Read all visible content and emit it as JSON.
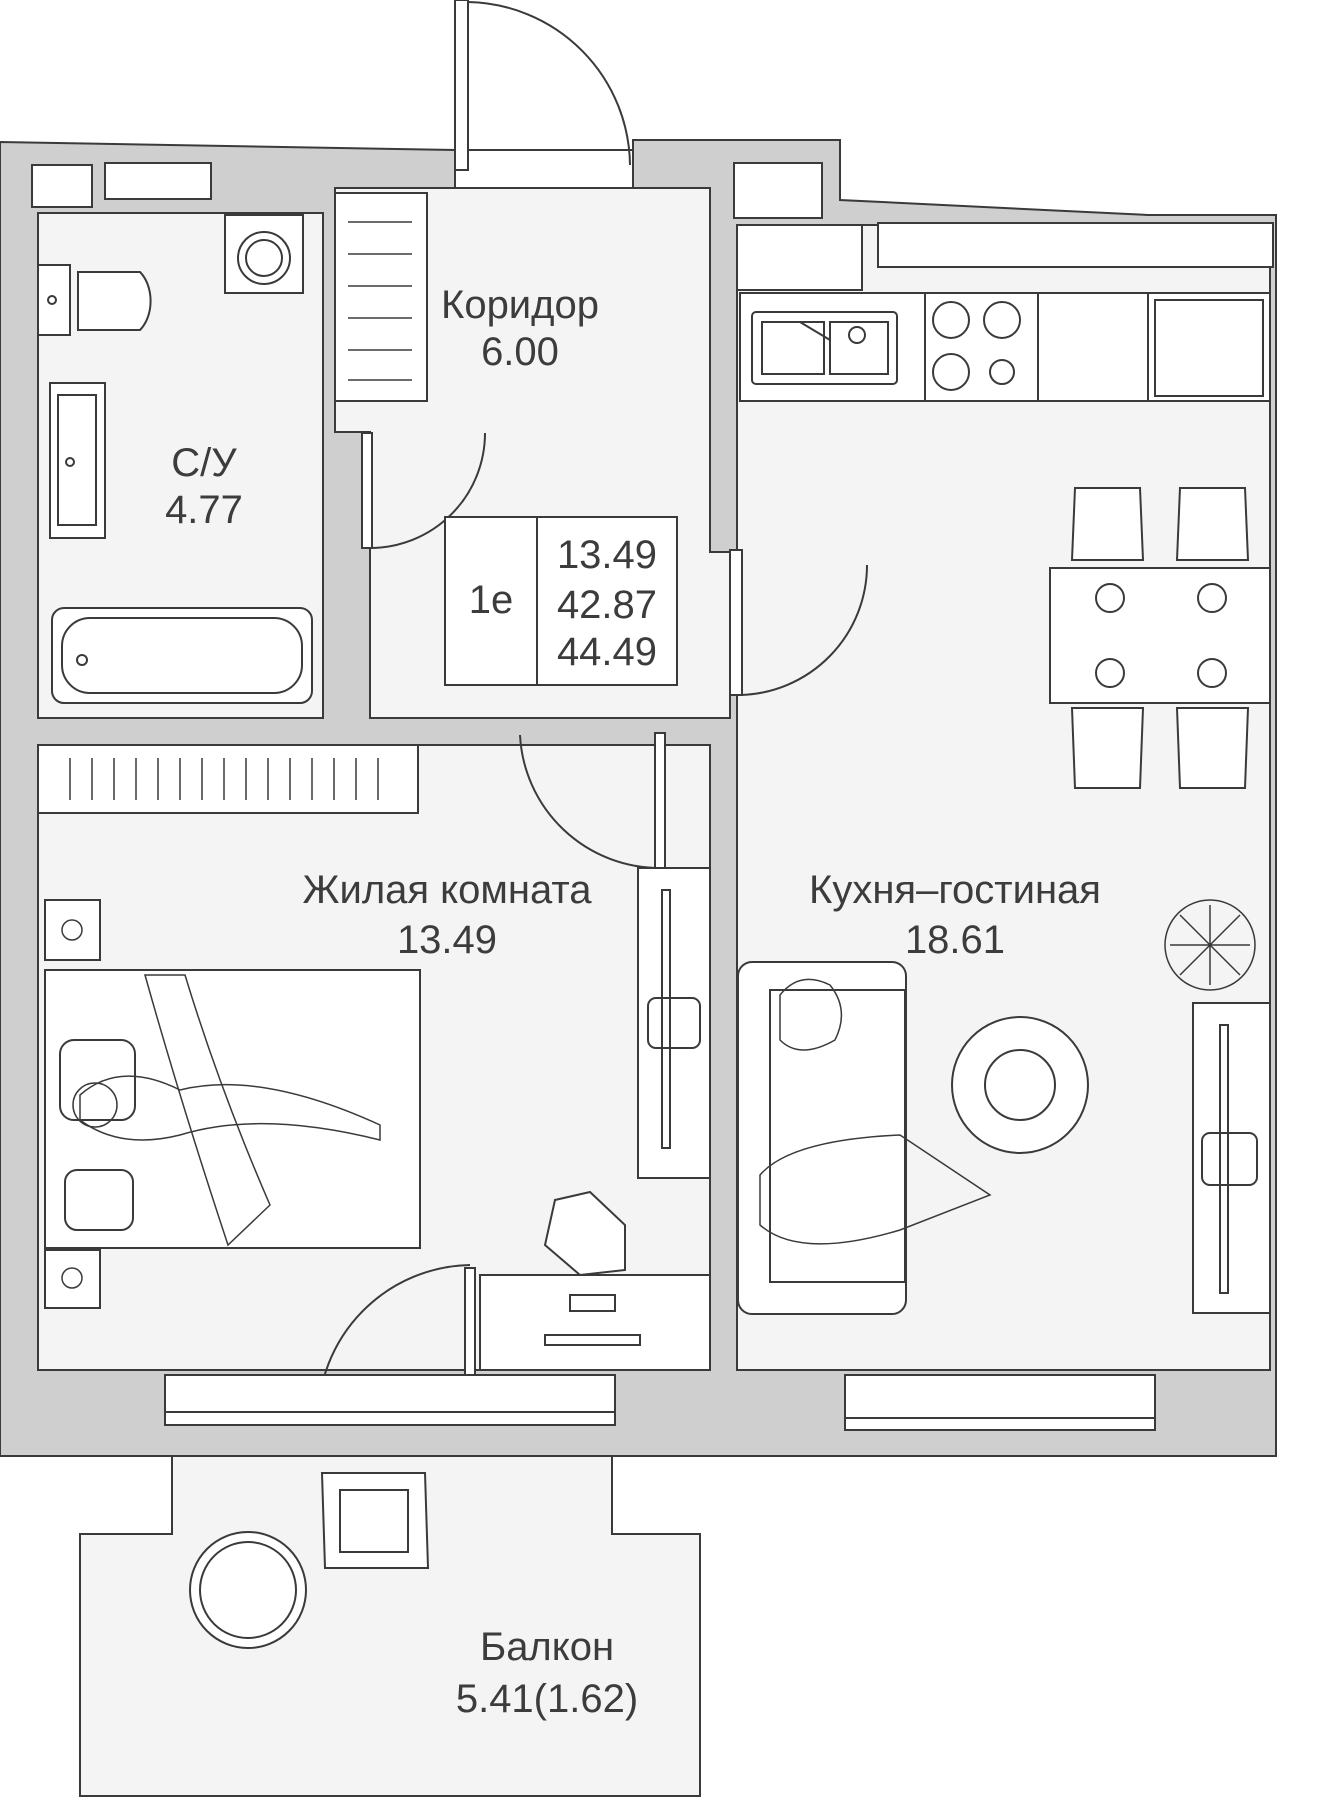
{
  "rooms": {
    "corridor": {
      "name": "Коридор",
      "area": "6.00"
    },
    "bathroom": {
      "name": "С/У",
      "area": "4.77"
    },
    "bedroom": {
      "name": "Жилая комната",
      "area": "13.49"
    },
    "kitchen": {
      "name": "Кухня–гостиная",
      "area": "18.61"
    },
    "balcony": {
      "name": "Балкон",
      "area": "5.41(1.62)"
    }
  },
  "summary": {
    "type": "1е",
    "living_area": "13.49",
    "total_area": "42.87",
    "total_with_balcony": "44.49"
  },
  "colors": {
    "wall": "#cfcfcf",
    "floor": "#f4f4f4",
    "line": "#3a3a3a",
    "text": "#3c3c3c"
  },
  "icons": [
    "door-swing",
    "toilet",
    "washing-machine",
    "sink",
    "bathtub",
    "wardrobe",
    "bed",
    "desk",
    "tv",
    "stove",
    "kitchen-sink",
    "dining-table",
    "sofa",
    "coffee-table",
    "plant",
    "armchair",
    "round-table"
  ]
}
